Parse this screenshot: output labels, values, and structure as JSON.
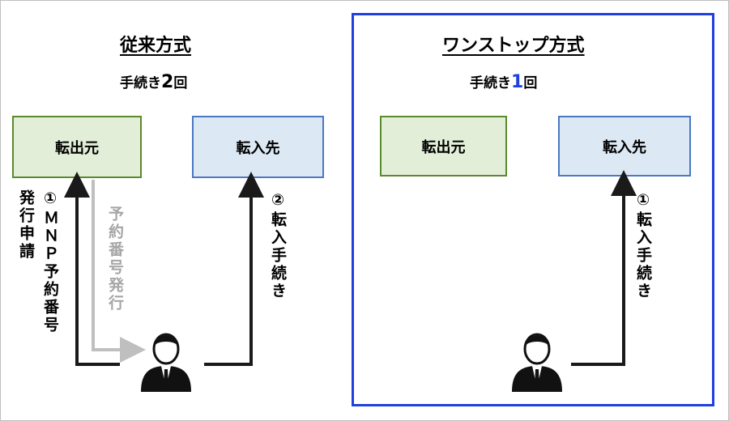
{
  "left_panel": {
    "heading": "従来方式",
    "subheading_prefix": "手続き",
    "subheading_num": "2",
    "subheading_suffix": "回",
    "source_box": "転出元",
    "dest_box": "転入先",
    "label_issue_request": "発行申請",
    "label_mnp": "①ＭＮＰ予約番号",
    "label_reservation_issue": "予約番号発行",
    "label_transfer": "②転入手続き"
  },
  "right_panel": {
    "heading": "ワンストップ方式",
    "subheading_prefix": "手続き",
    "subheading_num": "1",
    "subheading_suffix": "回",
    "source_box": "転出元",
    "dest_box": "転入先",
    "label_transfer": "①転入手続き"
  },
  "colors": {
    "accent_blue": "#1f3fe0",
    "box_green_fill": "#e2eed8",
    "box_green_border": "#5a8a2e",
    "box_blue_fill": "#dde8f5",
    "box_blue_border": "#4a78c2",
    "gray_arrow": "#bfbfbf"
  },
  "icons": [
    "person-icon",
    "person-icon"
  ]
}
